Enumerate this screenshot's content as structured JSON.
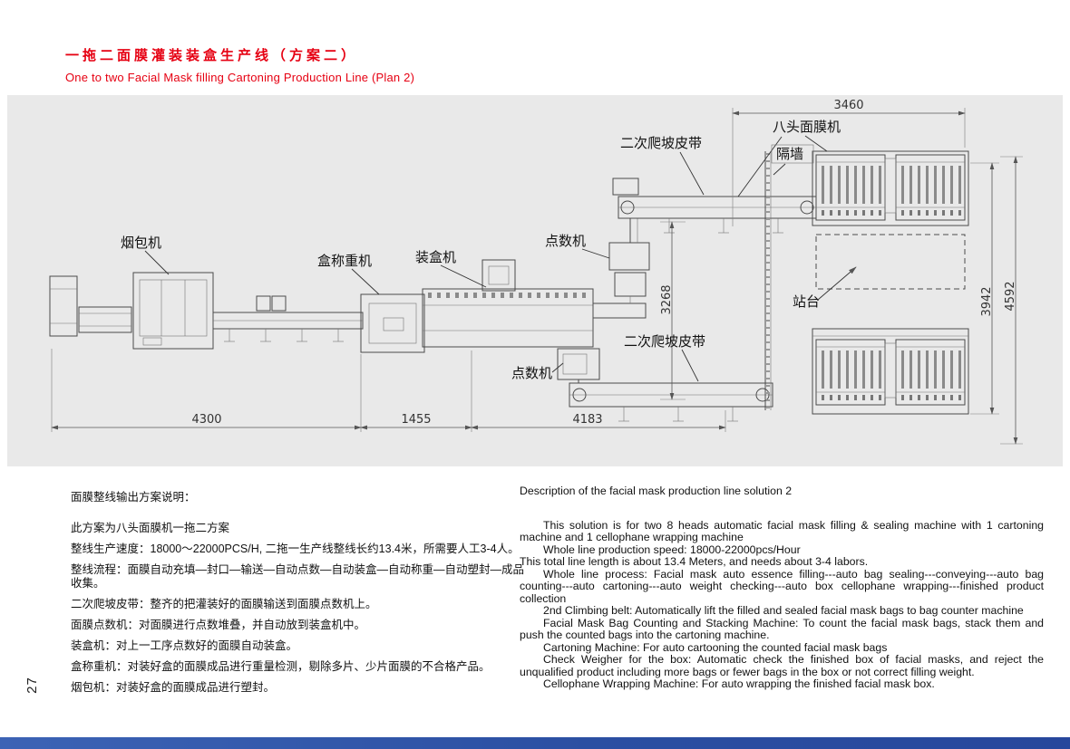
{
  "page": {
    "number": "27",
    "header": {
      "title_zh": "一拖二面膜灌装装盒生产线（方案二）",
      "title_en": "One to two Facial Mask filling Cartoning Production Line (Plan 2)"
    }
  },
  "diagram": {
    "machine_labels": {
      "eight_head_mask_machine": "八头面膜机",
      "partition_wall": "隔墙",
      "climbing_belt_top": "二次爬坡皮带",
      "climbing_belt_bottom": "二次爬坡皮带",
      "counting_machine_top": "点数机",
      "counting_machine_bottom": "点数机",
      "platform": "站台",
      "cellophane_wrapping_machine": "烟包机",
      "check_weigher": "盒称重机",
      "cartoning_machine": "装盒机"
    },
    "dimensions_mm": {
      "top_width": "3460",
      "right_inner_height": "3942",
      "right_outer_height": "4592",
      "center_height": "3268",
      "bottom_left": "4300",
      "bottom_center": "1455",
      "bottom_right": "4183"
    }
  },
  "description_zh": {
    "heading": "面膜整线输出方案说明：",
    "lines": [
      "此方案为八头面膜机一拖二方案",
      "整线生产速度：18000～22000PCS/H, 二拖一生产线整线长约13.4米，所需要人工3-4人。",
      "整线流程：面膜自动充填—封口—输送—自动点数—自动装盒—自动称重—自动塑封—成品收集。",
      "二次爬坡皮带：整齐的把灌装好的面膜输送到面膜点数机上。",
      "面膜点数机：对面膜进行点数堆叠，并自动放到装盒机中。",
      "装盒机：对上一工序点数好的面膜自动装盒。",
      "盒称重机：对装好盒的面膜成品进行重量检测，剔除多片、少片面膜的不合格产品。",
      "烟包机：对装好盒的面膜成品进行塑封。"
    ]
  },
  "description_en": {
    "heading": "Description of the facial mask production line solution 2",
    "paragraphs": [
      "This solution is for two 8 heads automatic facial mask filling & sealing machine with 1 cartoning machine and 1 cellophane wrapping machine",
      "Whole line production speed: 18000-22000pcs/Hour",
      "This total line length is about 13.4 Meters, and needs about 3-4 labors.",
      "Whole line process: Facial mask auto essence filling---auto bag sealing---conveying---auto bag counting---auto cartoning---auto weight checking---auto box cellophane wrapping---finished product collection",
      "2nd Climbing belt: Automatically lift the filled and sealed facial mask bags to bag counter machine",
      "Facial Mask Bag Counting and Stacking Machine: To count the facial mask bags, stack them and push the counted bags into the cartoning machine.",
      "Cartoning Machine: For auto cartooning the counted facial mask bags",
      "Check Weigher for the box: Automatic check the finished box of facial masks, and reject the unqualified product including more bags or fewer bags in the box or not correct filling weight.",
      "Cellophane Wrapping Machine: For auto wrapping the finished facial mask box."
    ]
  },
  "colors": {
    "accent_red": "#e60012",
    "footer_blue": "#2b4fa2",
    "diagram_bg": "#e9e9e9"
  }
}
